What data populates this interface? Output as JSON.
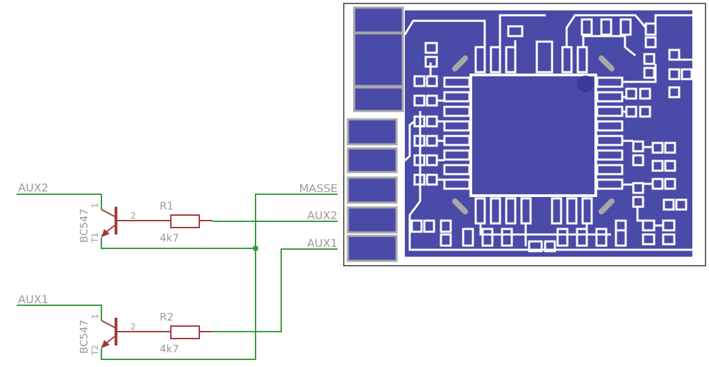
{
  "schematic": {
    "inputs": [
      "AUX2",
      "AUX1"
    ],
    "outputs": [
      "MASSE",
      "AUX2",
      "AUX1"
    ],
    "transistors": [
      {
        "part": "BC547",
        "name": "T1",
        "pin_c": "1",
        "pin_b": "2"
      },
      {
        "part": "BC547",
        "name": "T2",
        "pin_c": "1",
        "pin_b": "2"
      }
    ],
    "resistors": [
      {
        "name": "R1",
        "value": "4k7"
      },
      {
        "name": "R2",
        "value": "4k7"
      }
    ]
  },
  "colors": {
    "wire": "#3a9a3a",
    "component": "#a33a3a",
    "label": "#9a9a9a",
    "copper": "#4a4aa8",
    "pad_outline": "#a8a8a8"
  }
}
